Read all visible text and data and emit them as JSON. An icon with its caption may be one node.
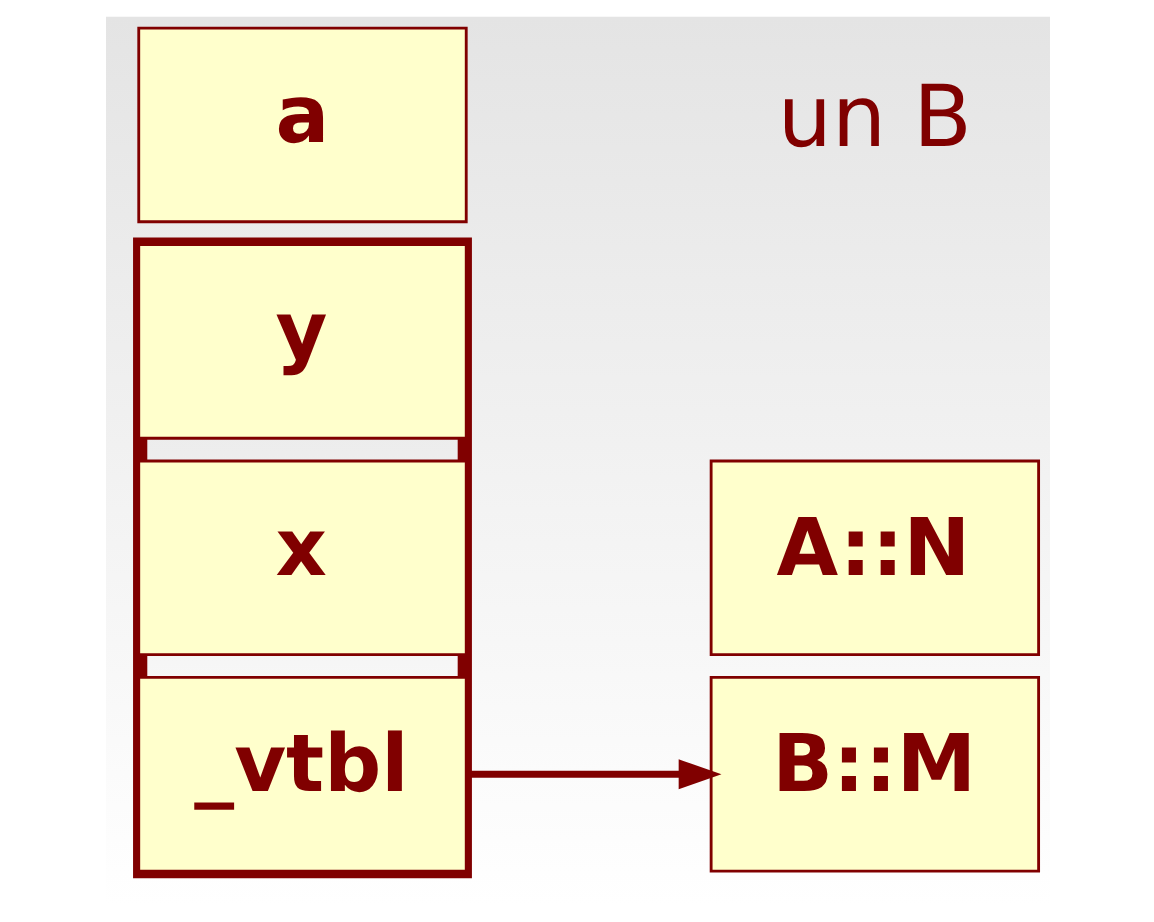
{
  "diagram": {
    "nodes": [
      {
        "text": [
          "a"
        ]
      },
      {
        "text": [],
        "shape": "box"
      },
      {
        "text": [
          "y"
        ],
        "in": 1
      },
      {
        "text": [
          "x"
        ],
        "in": 1
      },
      {
        "text": [
          "_vtbl"
        ],
        "in": 1
      },
      {
        "text": [
          "A::N"
        ]
      },
      {
        "text": [
          "B::M"
        ]
      }
    ],
    "edges": [
      {
        "from": 4,
        "to": 6,
        "arrow": "to"
      }
    ],
    "labels": [
      "un B"
    ]
  }
}
